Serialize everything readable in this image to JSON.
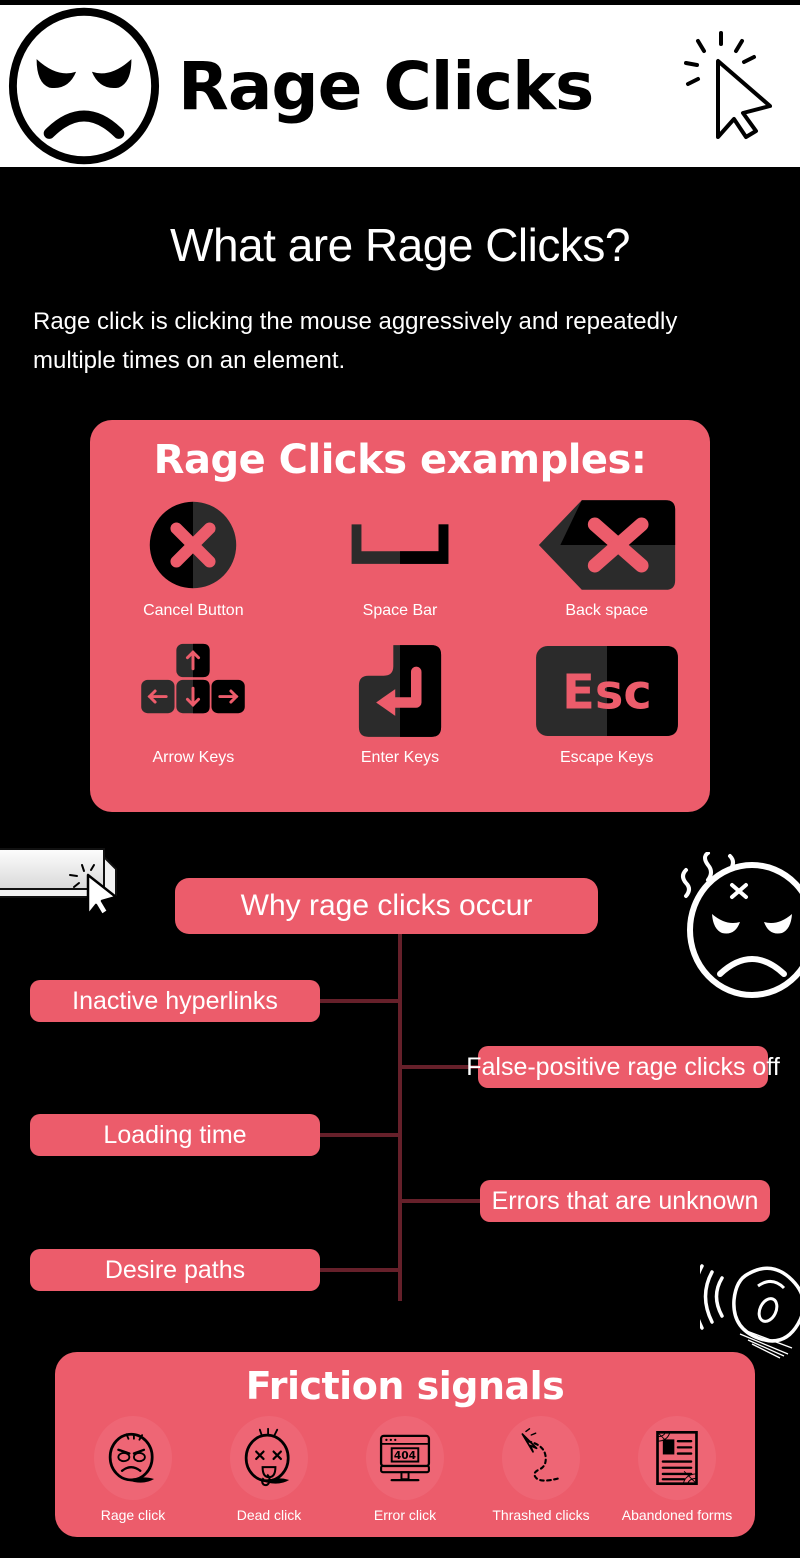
{
  "header": {
    "title": "Rage Clicks",
    "face_icon": "angry-face-icon",
    "cursor_icon": "click-cursor-icon"
  },
  "intro": {
    "heading": "What are Rage Clicks?",
    "body": "Rage click is clicking the mouse aggressively and repeatedly multiple times on an element."
  },
  "examples": {
    "title": "Rage Clicks examples:",
    "items": [
      {
        "label": "Cancel Button",
        "icon": "cancel-circle-x-icon"
      },
      {
        "label": "Space Bar",
        "icon": "space-bar-icon"
      },
      {
        "label": "Back space",
        "icon": "backspace-x-icon"
      },
      {
        "label": "Arrow Keys",
        "icon": "arrow-keys-icon"
      },
      {
        "label": "Enter Keys",
        "icon": "enter-key-icon"
      },
      {
        "label": "Escape Keys",
        "icon": "escape-key-icon"
      }
    ],
    "escape_key_text": "Esc"
  },
  "mindmap": {
    "root": "Why rage clicks occur",
    "left_branches": [
      "Inactive hyperlinks",
      "Loading time",
      "Desire paths"
    ],
    "right_branches": [
      "False-positive rage clicks off",
      "Errors that are unknown"
    ]
  },
  "decorations": [
    {
      "name": "button-click-icon"
    },
    {
      "name": "angry-face-steam-icon"
    },
    {
      "name": "computer-mouse-icon"
    }
  ],
  "friction": {
    "title": "Friction signals",
    "items": [
      {
        "label": "Rage click",
        "icon": "angry-face-icon"
      },
      {
        "label": "Dead click",
        "icon": "dead-face-icon"
      },
      {
        "label": "Error click",
        "icon": "monitor-404-icon"
      },
      {
        "label": "Thrashed clicks",
        "icon": "squiggly-cursor-path-icon"
      },
      {
        "label": "Abandoned forms",
        "icon": "cobweb-document-icon"
      }
    ],
    "error_code": "404"
  },
  "colors": {
    "background": "#000000",
    "accent_pink": "#EC5C6B",
    "bubble_pink": "#EE6675",
    "connector": "#66202A",
    "key_dark": "#2B2B2B",
    "key_black": "#000000",
    "text_white": "#FFFFFF"
  }
}
